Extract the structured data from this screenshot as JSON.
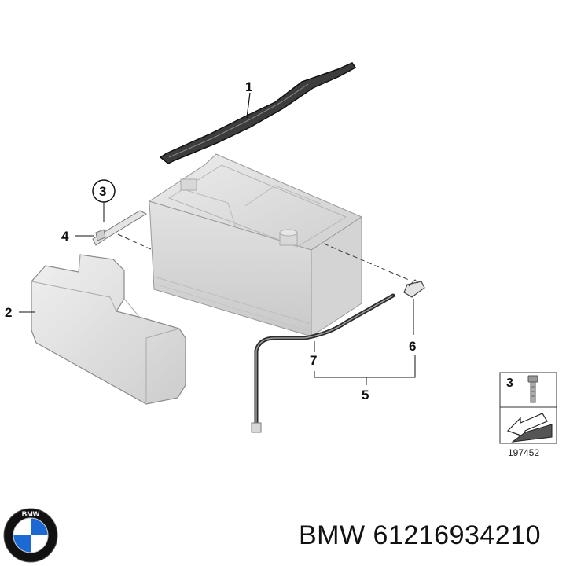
{
  "diagram": {
    "callouts": {
      "c1": "1",
      "c2": "2",
      "c3": "3",
      "c4": "4",
      "c5": "5",
      "c6": "6",
      "c7": "7"
    },
    "legend": {
      "item_number": "3",
      "reference_number": "197452"
    }
  },
  "caption": {
    "brand": "BMW",
    "part_number": "61216934210",
    "text": "BMW 61216934210"
  },
  "logo": {
    "letters": "BMW",
    "colors": {
      "blue": "#1c69d4",
      "ring": "#111111",
      "white": "#ffffff"
    }
  }
}
